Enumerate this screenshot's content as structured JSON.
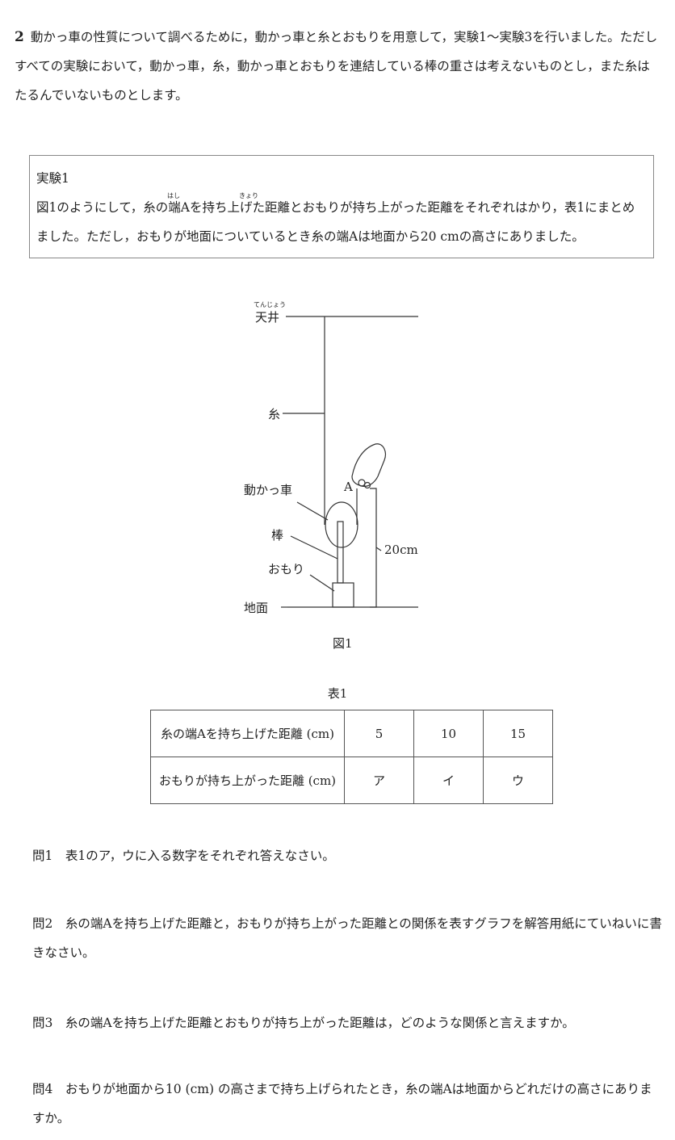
{
  "intro": {
    "number": "2",
    "text": "動かっ車の性質について調べるために，動かっ車と糸とおもりを用意して，実験1～実験3を行いました。ただしすべての実験において，動かっ車，糸，動かっ車とおもりを連結している棒の重さは考えないものとし，また糸はたるんでいないものとします。"
  },
  "experiment1": {
    "title": "実験1",
    "text": "図1のようにして，糸の端Aを持ち上げた距離とおもりが持ち上がった距離をそれぞれはかり，表1にまとめました。ただし，おもりが地面についているとき糸の端Aは地面から20 cmの高さにありました。",
    "ruby_hashi": "はし",
    "ruby_kyori": "きょり"
  },
  "figure1": {
    "caption": "図1",
    "labels": {
      "ceiling": "天井",
      "ceiling_ruby": "てんじょう",
      "string": "糸",
      "pulley": "動かっ車",
      "rod": "棒",
      "weight": "おもり",
      "ground": "地面",
      "point": "A",
      "height": "20cm"
    }
  },
  "table1": {
    "caption": "表1",
    "rows": [
      {
        "label": "糸の端Aを持ち上げた距離 (cm)",
        "values": [
          "5",
          "10",
          "15"
        ]
      },
      {
        "label": "おもりが持ち上がった距離 (cm)",
        "values": [
          "ア",
          "イ",
          "ウ"
        ]
      }
    ]
  },
  "questions": [
    {
      "label": "問1",
      "text": "表1のア，ウに入る数字をそれぞれ答えなさい。"
    },
    {
      "label": "問2",
      "text": "糸の端Aを持ち上げた距離と，おもりが持ち上がった距離との関係を表すグラフを解答用紙にていねいに書きなさい。"
    },
    {
      "label": "問3",
      "text": "糸の端Aを持ち上げた距離とおもりが持ち上がった距離は，どのような関係と言えますか。"
    },
    {
      "label": "問4",
      "text": "おもりが地面から10 (cm) の高さまで持ち上げられたとき，糸の端Aは地面からどれだけの高さにありますか。"
    }
  ]
}
